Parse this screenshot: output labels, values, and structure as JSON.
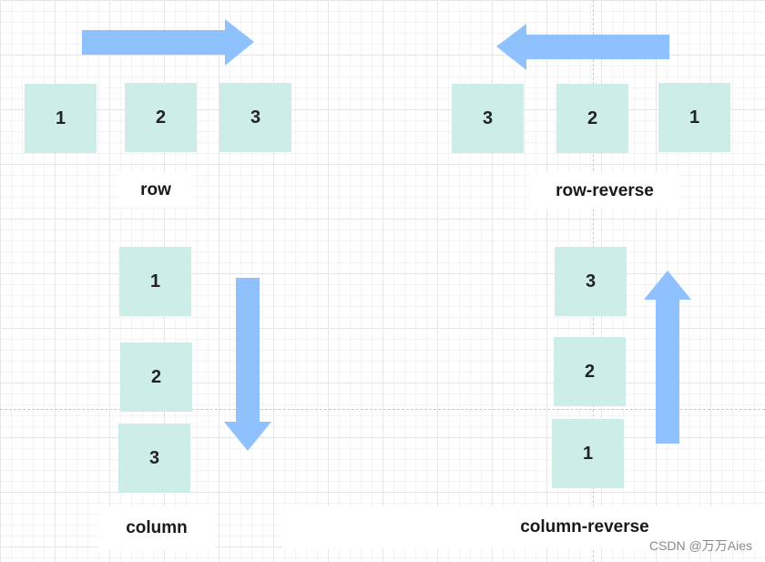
{
  "colors": {
    "box_fill": "#cdeee8",
    "arrow_fill": "#8ec1fd"
  },
  "row": {
    "items": [
      "1",
      "2",
      "3"
    ],
    "label": "row",
    "arrow": "arrow-right"
  },
  "row_reverse": {
    "items": [
      "3",
      "2",
      "1"
    ],
    "label": "row-reverse",
    "arrow": "arrow-left"
  },
  "column": {
    "items": [
      "1",
      "2",
      "3"
    ],
    "label": "column",
    "arrow": "arrow-down"
  },
  "column_reverse": {
    "items": [
      "3",
      "2",
      "1"
    ],
    "label": "column-reverse",
    "arrow": "arrow-up"
  },
  "watermark": "CSDN @万万Aies"
}
